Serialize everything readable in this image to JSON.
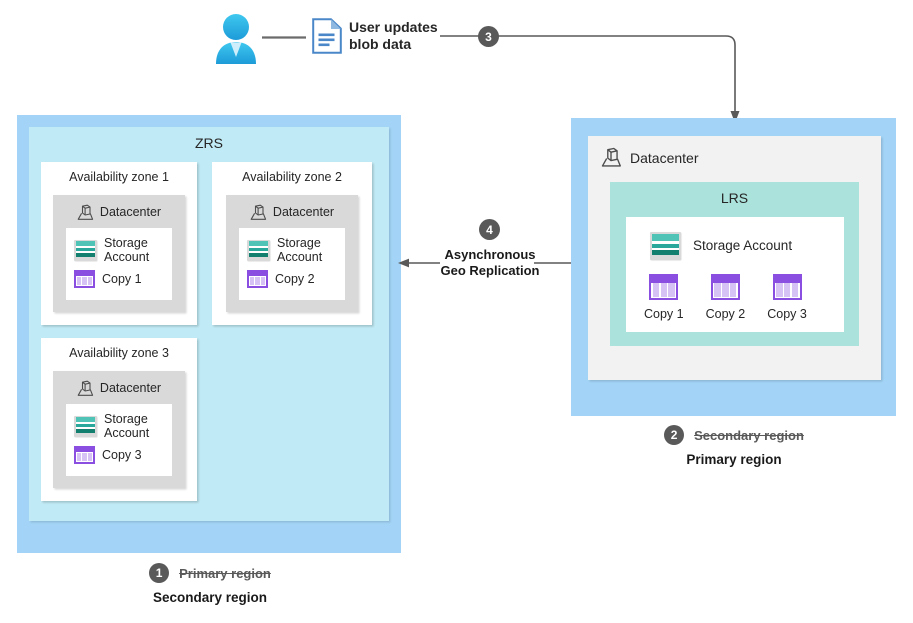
{
  "diagram": {
    "title": "Azure storage redundancy failover diagram",
    "colors": {
      "region_blue": "#a3d4f7",
      "zrs_cyan": "#c0eaf5",
      "lrs_teal": "#ace2dc",
      "datacenter_gray": "#d9d9d9",
      "badge_gray": "#595959",
      "storage_teal": "#2aa79b",
      "copy_purple": "#8a4fe0",
      "line_gray": "#595959"
    }
  },
  "flow": {
    "user_icon": "user-icon",
    "document_icon": "document-icon",
    "label": "User updates\nblob data",
    "label_line1": "User updates",
    "label_line2": "blob data",
    "badge": "3"
  },
  "middle": {
    "badge": "4",
    "label_line1": "Asynchronous",
    "label_line2": "Geo Replication"
  },
  "left_region": {
    "container_label": "ZRS",
    "caption": {
      "badge": "1",
      "struck_label": "Primary region",
      "current_label": "Secondary region"
    },
    "zones": [
      {
        "title": "Availability zone 1",
        "datacenter_label": "Datacenter",
        "storage_label_line1": "Storage",
        "storage_label_line2": "Account",
        "copy_label": "Copy 1"
      },
      {
        "title": "Availability zone 2",
        "datacenter_label": "Datacenter",
        "storage_label_line1": "Storage",
        "storage_label_line2": "Account",
        "copy_label": "Copy 2"
      },
      {
        "title": "Availability zone 3",
        "datacenter_label": "Datacenter",
        "storage_label_line1": "Storage",
        "storage_label_line2": "Account",
        "copy_label": "Copy 3"
      }
    ]
  },
  "right_region": {
    "datacenter_label": "Datacenter",
    "container_label": "LRS",
    "storage_label": "Storage Account",
    "copies": [
      "Copy 1",
      "Copy 2",
      "Copy 3"
    ],
    "caption": {
      "badge": "2",
      "struck_label": "Secondary region",
      "current_label": "Primary region"
    }
  }
}
